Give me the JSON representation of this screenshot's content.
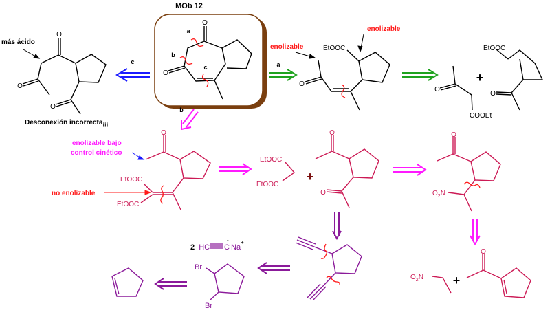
{
  "title": "MOb 12",
  "colors": {
    "black": "#000000",
    "blue_arrow": "#1a1aff",
    "green_arrow": "#1fa31f",
    "magenta_arrow": "#ff1aff",
    "purple": "#8b1a9a",
    "crimson": "#cc1a55",
    "red_label": "#ff1a1a",
    "box_border": "#7a3f0f",
    "dark_plus": "#7a1010"
  },
  "target_box": {
    "labels": {
      "a": "a",
      "b": "b",
      "c": "c",
      "oxygen": "O"
    }
  },
  "path_c": {
    "arrow_label": "c",
    "annotation_acid": "más ácido",
    "caption": "Desconexión incorrecta",
    "caption_suffix": "¡¡¡",
    "oxygen": "O"
  },
  "path_a": {
    "arrow_label": "a",
    "enolizable_1": "enolizable",
    "enolizable_2": "enolizable",
    "ester": "EtOOC",
    "oxygen": "O",
    "plus": "+",
    "acetoacetate_ester": "COOEt"
  },
  "path_b": {
    "arrow_label": "b",
    "kinetic_note_line1": "enolizable bajo",
    "kinetic_note_line2": "control cinético",
    "no_enolizable": "no enolizable",
    "ester": "EtOOC",
    "oxygen": "O",
    "plus": "+",
    "nitro": "O",
    "nitro_sub": "2",
    "nitro_n": "N"
  },
  "lower": {
    "reagent_count": "2",
    "reagent_hc": "HC",
    "reagent_c": "C",
    "reagent_charge_minus": "-",
    "reagent_na": "Na",
    "reagent_charge_plus": "+",
    "bromine": "Br"
  }
}
